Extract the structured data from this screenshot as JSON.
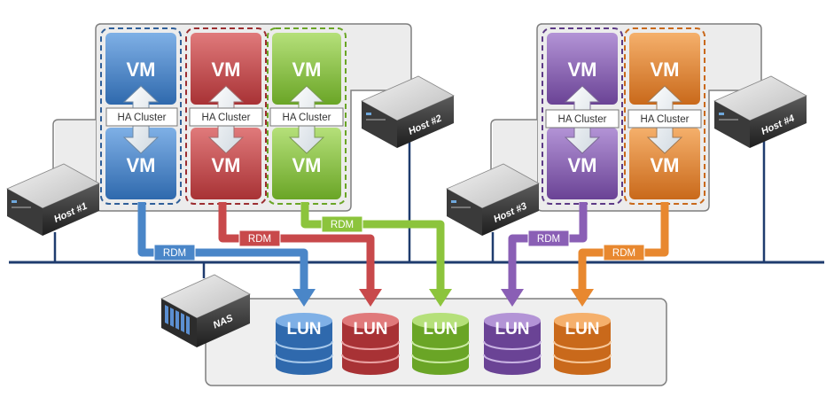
{
  "diagram": {
    "vm_label": "VM",
    "ha_label": "HA Cluster",
    "rdm_label": "RDM",
    "lun_label": "LUN",
    "hosts": [
      "Host #1",
      "Host #2",
      "Host #3",
      "Host #4"
    ],
    "nas_label": "NAS",
    "colors": {
      "blue": "#4a86c8",
      "red": "#c8494b",
      "green": "#8cc43c",
      "purple": "#8a5fb5",
      "orange": "#e8882f",
      "network": "#1f3c6e",
      "panel_border": "#7f7f7f"
    },
    "clusters": [
      {
        "color": "blue"
      },
      {
        "color": "red"
      },
      {
        "color": "green"
      },
      {
        "color": "purple"
      },
      {
        "color": "orange"
      }
    ]
  }
}
